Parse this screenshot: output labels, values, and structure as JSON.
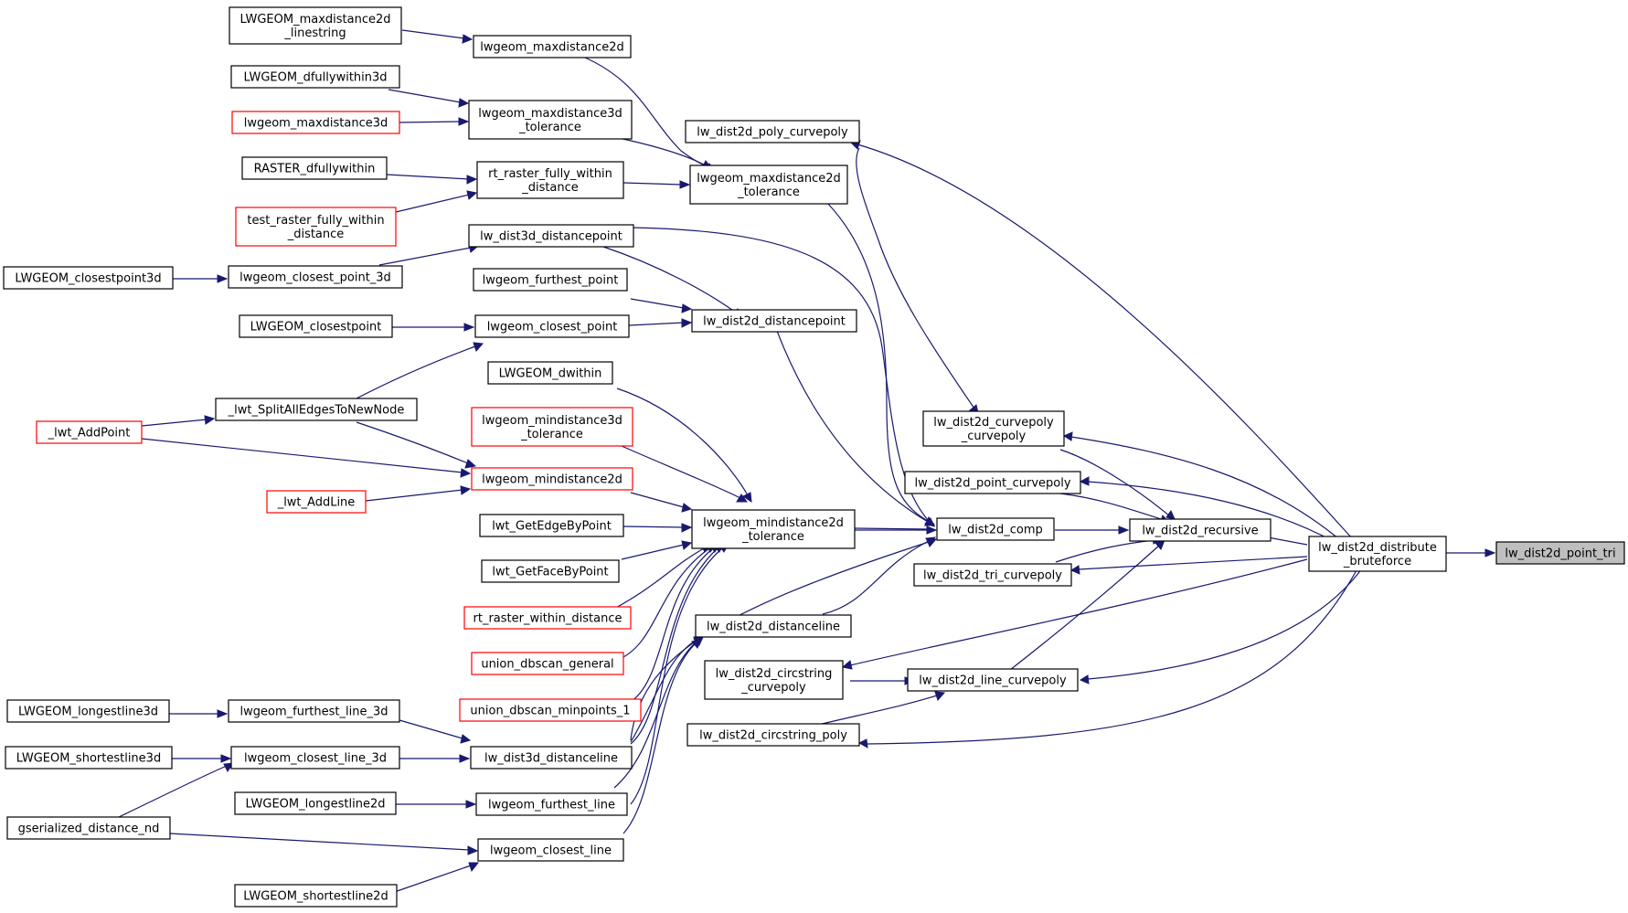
{
  "colors": {
    "edge": "#191970",
    "red_border": "#ff0000",
    "root_fill": "#bfbfbf"
  },
  "nodes": [
    {
      "id": "n_ld_point_tri",
      "lines": [
        "lw_dist2d_point_tri"
      ],
      "style": "root"
    },
    {
      "id": "n_ld_dist_brute",
      "lines": [
        "lw_dist2d_distribute",
        "_bruteforce"
      ],
      "style": "normal"
    },
    {
      "id": "n_ld_poly_cp",
      "lines": [
        "lw_dist2d_poly_curvepoly"
      ],
      "style": "normal"
    },
    {
      "id": "n_ld_cp_cp",
      "lines": [
        "lw_dist2d_curvepoly",
        "_curvepoly"
      ],
      "style": "normal"
    },
    {
      "id": "n_ld_pt_cp",
      "lines": [
        "lw_dist2d_point_curvepoly"
      ],
      "style": "normal"
    },
    {
      "id": "n_ld_recursive",
      "lines": [
        "lw_dist2d_recursive"
      ],
      "style": "normal"
    },
    {
      "id": "n_ld_tri_cp",
      "lines": [
        "lw_dist2d_tri_curvepoly"
      ],
      "style": "normal"
    },
    {
      "id": "n_ld_line_cp",
      "lines": [
        "lw_dist2d_line_curvepoly"
      ],
      "style": "normal"
    },
    {
      "id": "n_ld_cs_cp",
      "lines": [
        "lw_dist2d_circstring",
        "_curvepoly"
      ],
      "style": "normal"
    },
    {
      "id": "n_ld_cs_poly",
      "lines": [
        "lw_dist2d_circstring_poly"
      ],
      "style": "normal"
    },
    {
      "id": "n_ld_comp",
      "lines": [
        "lw_dist2d_comp"
      ],
      "style": "normal"
    },
    {
      "id": "n_lg_maxd2d_tol",
      "lines": [
        "lwgeom_maxdistance2d",
        "_tolerance"
      ],
      "style": "normal"
    },
    {
      "id": "n_ld_distpoint",
      "lines": [
        "lw_dist2d_distancepoint"
      ],
      "style": "normal"
    },
    {
      "id": "n_lg_mind2d_tol",
      "lines": [
        "lwgeom_mindistance2d",
        "_tolerance"
      ],
      "style": "normal"
    },
    {
      "id": "n_ld_distline",
      "lines": [
        "lw_dist2d_distanceline"
      ],
      "style": "normal"
    },
    {
      "id": "n_lg_maxd2d",
      "lines": [
        "lwgeom_maxdistance2d"
      ],
      "style": "normal"
    },
    {
      "id": "n_LG_maxd2d_ls",
      "lines": [
        "LWGEOM_maxdistance2d",
        "_linestring"
      ],
      "style": "normal"
    },
    {
      "id": "n_lg_maxd3d_tol",
      "lines": [
        "lwgeom_maxdistance3d",
        "_tolerance"
      ],
      "style": "normal"
    },
    {
      "id": "n_LG_dfw3d",
      "lines": [
        "LWGEOM_dfullywithin3d"
      ],
      "style": "normal"
    },
    {
      "id": "n_lg_maxd3d",
      "lines": [
        "lwgeom_maxdistance3d"
      ],
      "style": "red"
    },
    {
      "id": "n_rt_fully",
      "lines": [
        "rt_raster_fully_within",
        "_distance"
      ],
      "style": "normal"
    },
    {
      "id": "n_RASTER_dfw",
      "lines": [
        "RASTER_dfullywithin"
      ],
      "style": "normal"
    },
    {
      "id": "n_test_raster",
      "lines": [
        "test_raster_fully_within",
        "_distance"
      ],
      "style": "red"
    },
    {
      "id": "n_l3d_distpoint",
      "lines": [
        "lw_dist3d_distancepoint"
      ],
      "style": "normal"
    },
    {
      "id": "n_lg_cp3d",
      "lines": [
        "lwgeom_closest_point_3d"
      ],
      "style": "normal"
    },
    {
      "id": "n_LG_cp3d",
      "lines": [
        "LWGEOM_closestpoint3d"
      ],
      "style": "normal"
    },
    {
      "id": "n_lg_furthest_pt",
      "lines": [
        "lwgeom_furthest_point"
      ],
      "style": "normal"
    },
    {
      "id": "n_lg_closest_pt",
      "lines": [
        "lwgeom_closest_point"
      ],
      "style": "normal"
    },
    {
      "id": "n_LG_closestpt",
      "lines": [
        "LWGEOM_closestpoint"
      ],
      "style": "normal"
    },
    {
      "id": "n_lwt_split",
      "lines": [
        "_lwt_SplitAllEdgesToNewNode"
      ],
      "style": "normal"
    },
    {
      "id": "n_lwt_addpoint",
      "lines": [
        "_lwt_AddPoint"
      ],
      "style": "red"
    },
    {
      "id": "n_LG_dwithin",
      "lines": [
        "LWGEOM_dwithin"
      ],
      "style": "normal"
    },
    {
      "id": "n_lg_mind3d_tol",
      "lines": [
        "lwgeom_mindistance3d",
        "_tolerance"
      ],
      "style": "red"
    },
    {
      "id": "n_lg_mind2d",
      "lines": [
        "lwgeom_mindistance2d"
      ],
      "style": "red"
    },
    {
      "id": "n_lwt_addline",
      "lines": [
        "_lwt_AddLine"
      ],
      "style": "red"
    },
    {
      "id": "n_lwt_edgebypt",
      "lines": [
        "lwt_GetEdgeByPoint"
      ],
      "style": "normal"
    },
    {
      "id": "n_lwt_facebypt",
      "lines": [
        "lwt_GetFaceByPoint"
      ],
      "style": "normal"
    },
    {
      "id": "n_rt_within",
      "lines": [
        "rt_raster_within_distance"
      ],
      "style": "red"
    },
    {
      "id": "n_union_gen",
      "lines": [
        "union_dbscan_general"
      ],
      "style": "red"
    },
    {
      "id": "n_union_min",
      "lines": [
        "union_dbscan_minpoints_1"
      ],
      "style": "red"
    },
    {
      "id": "n_LG_ll3d",
      "lines": [
        "LWGEOM_longestline3d"
      ],
      "style": "normal"
    },
    {
      "id": "n_lg_fl3d",
      "lines": [
        "lwgeom_furthest_line_3d"
      ],
      "style": "normal"
    },
    {
      "id": "n_LG_sl3d",
      "lines": [
        "LWGEOM_shortestline3d"
      ],
      "style": "normal"
    },
    {
      "id": "n_lg_cl3d",
      "lines": [
        "lwgeom_closest_line_3d"
      ],
      "style": "normal"
    },
    {
      "id": "n_l3d_distline",
      "lines": [
        "lw_dist3d_distanceline"
      ],
      "style": "normal"
    },
    {
      "id": "n_LG_ll2d",
      "lines": [
        "LWGEOM_longestline2d"
      ],
      "style": "normal"
    },
    {
      "id": "n_lg_fl",
      "lines": [
        "lwgeom_furthest_line"
      ],
      "style": "normal"
    },
    {
      "id": "n_gser",
      "lines": [
        "gserialized_distance_nd"
      ],
      "style": "normal"
    },
    {
      "id": "n_lg_cl",
      "lines": [
        "lwgeom_closest_line"
      ],
      "style": "normal"
    },
    {
      "id": "n_LG_sl2d",
      "lines": [
        "LWGEOM_shortestline2d"
      ],
      "style": "normal"
    }
  ]
}
